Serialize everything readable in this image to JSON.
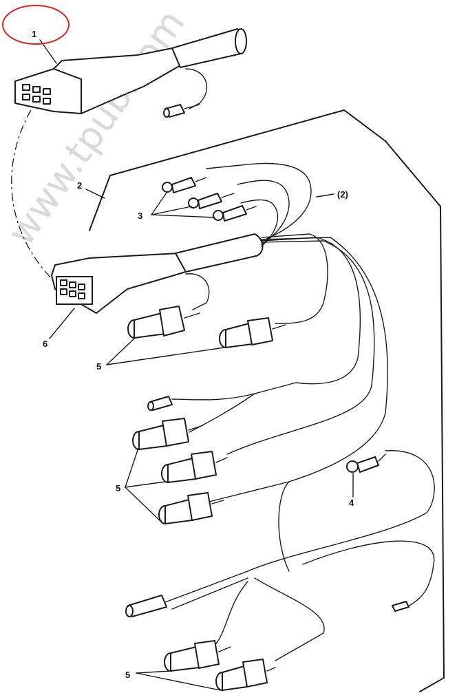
{
  "watermark": "www.tpub.com",
  "callouts": {
    "c1": "1",
    "c2": "2",
    "c2b": "(2)",
    "c3": "3",
    "c4": "4",
    "c5a": "5",
    "c5b": "5",
    "c5c": "5",
    "c6": "6"
  },
  "colors": {
    "line": "#1a1a1a",
    "highlight": "#dd2222",
    "watermark": "#c9c9c9"
  }
}
